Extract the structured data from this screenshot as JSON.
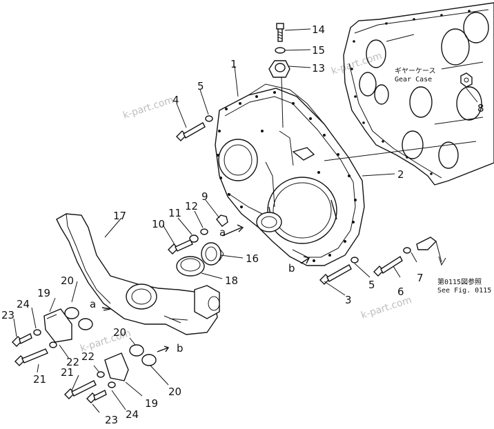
{
  "diagram": {
    "watermark": "k-part.com",
    "ref_note_jp": "第0115図参照",
    "ref_note_en": "See Fig. 0115",
    "gear_case_jp": "ギヤーケース",
    "gear_case_en": "Gear Case",
    "arrow_a": "a",
    "arrow_b": "b",
    "callouts": {
      "c1": "1",
      "c2": "2",
      "c3": "3",
      "c4": "4",
      "c5a": "5",
      "c5b": "5",
      "c6": "6",
      "c7": "7",
      "c8": "8",
      "c9": "9",
      "c10": "10",
      "c11": "11",
      "c12": "12",
      "c13": "13",
      "c14": "14",
      "c15": "15",
      "c16": "16",
      "c17": "17",
      "c18": "18",
      "c19a": "19",
      "c19b": "19",
      "c20a": "20",
      "c20b": "20",
      "c20c": "20",
      "c21a": "21",
      "c21b": "21",
      "c22a": "22",
      "c22b": "22",
      "c23a": "23",
      "c23b": "23",
      "c24a": "24",
      "c24b": "24"
    }
  }
}
